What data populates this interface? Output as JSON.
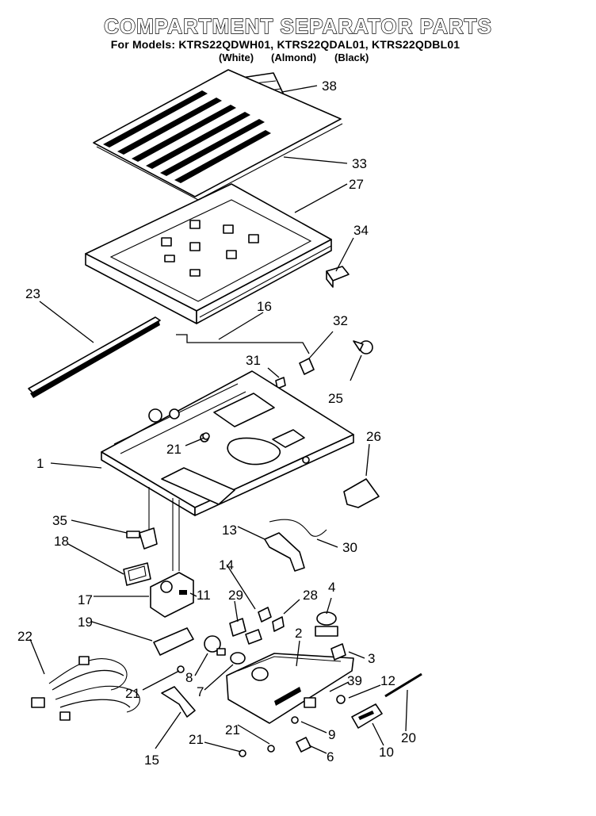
{
  "header": {
    "title": "COMPARTMENT SEPARATOR PARTS",
    "models_line": "For Models: KTRS22QDWH01, KTRS22QDAL01, KTRS22QDBL01",
    "variants": [
      "(White)",
      "(Almond)",
      "(Black)"
    ]
  },
  "callouts": [
    "38",
    "33",
    "27",
    "34",
    "23",
    "16",
    "32",
    "31",
    "25",
    "21",
    "26",
    "1",
    "35",
    "13",
    "30",
    "18",
    "14",
    "17",
    "11",
    "29",
    "28",
    "4",
    "19",
    "2",
    "3",
    "22",
    "8",
    "39",
    "12",
    "21",
    "7",
    "21",
    "9",
    "20",
    "21",
    "6",
    "10",
    "15"
  ]
}
